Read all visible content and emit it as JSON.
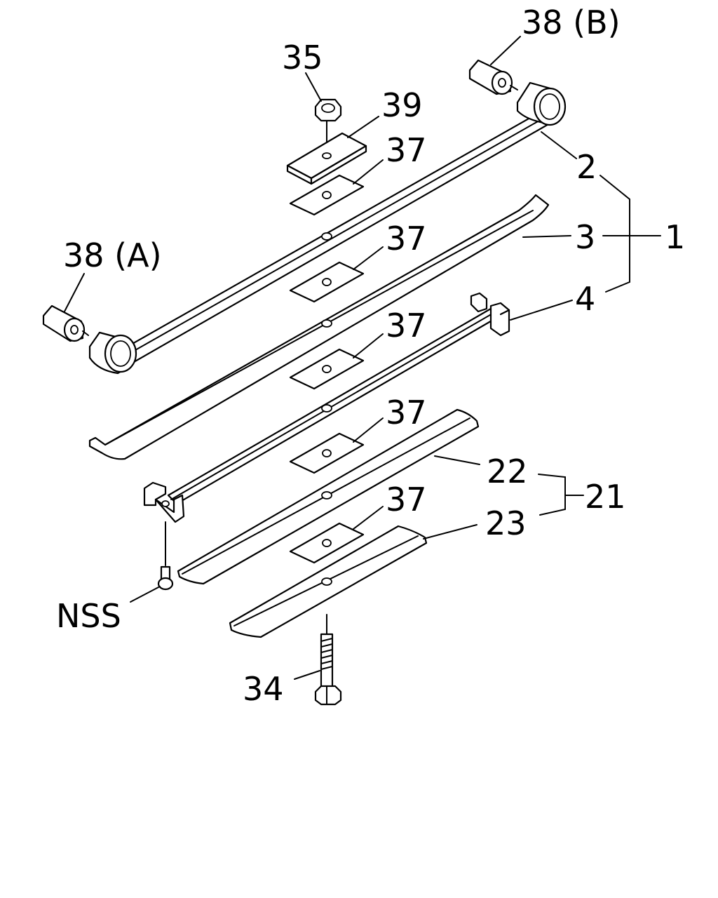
{
  "callouts": {
    "c38b": "38 (B)",
    "c35": "35",
    "c39": "39",
    "c37a": "37",
    "c2": "2",
    "c38a": "38 (A)",
    "c37b": "37",
    "c3": "3",
    "c1": "1",
    "c4": "4",
    "c37c": "37",
    "c37d": "37",
    "c22": "22",
    "c21": "21",
    "c37e": "37",
    "c23": "23",
    "cnss": "NSS",
    "c34": "34"
  },
  "colors": {
    "line": "#000000",
    "background": "#ffffff"
  }
}
